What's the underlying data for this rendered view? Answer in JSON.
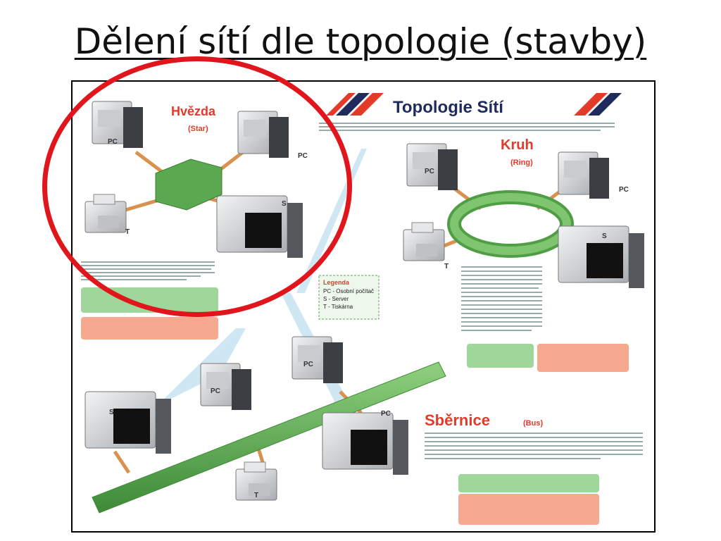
{
  "slide": {
    "title": "Dělení sítí dle topologie (stavby)"
  },
  "poster": {
    "heading": "Topologie Sítí",
    "star": {
      "title": "Hvězda",
      "subtitle": "(Star)"
    },
    "ring": {
      "title": "Kruh",
      "subtitle": "(Ring)"
    },
    "bus": {
      "title": "Sběrnice",
      "subtitle": "(Bus)"
    },
    "legend": {
      "title": "Legenda",
      "items": [
        "PC - Osobní počítač",
        "S - Server",
        "T - Tiskárna"
      ]
    },
    "device_labels": {
      "pc": "PC",
      "server": "S",
      "printer": "T"
    }
  },
  "colors": {
    "annotation_circle": "#e0161c",
    "star_hub": "#5aa84f",
    "ring": "#7fc46e",
    "bus": "#4f9e46",
    "cable": "#d9924d",
    "title_red": "#e23b2a",
    "heading_navy": "#1f2b5a",
    "device_gray": "#d6d8da"
  }
}
